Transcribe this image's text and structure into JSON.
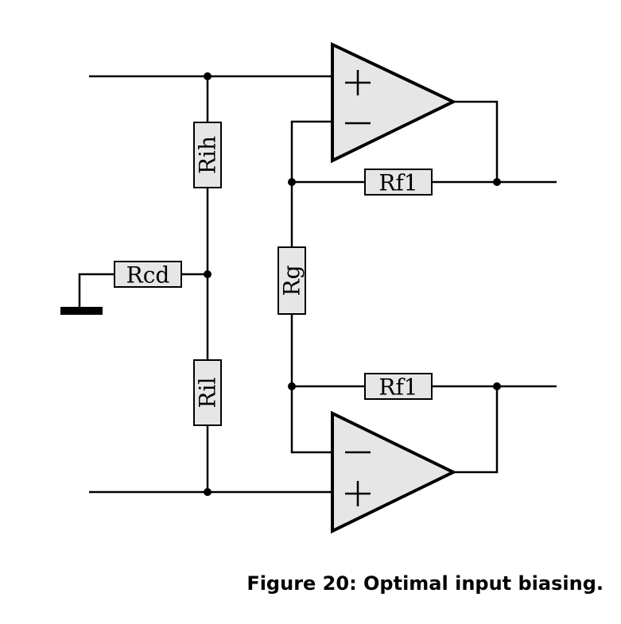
{
  "diagram": {
    "resistors": {
      "rih": "Rih",
      "ril": "Ril",
      "rcd": "Rcd",
      "rg": "Rg",
      "rf1_top": "Rf1",
      "rf1_bottom": "Rf1"
    }
  },
  "caption": "Figure 20: Optimal input biasing."
}
